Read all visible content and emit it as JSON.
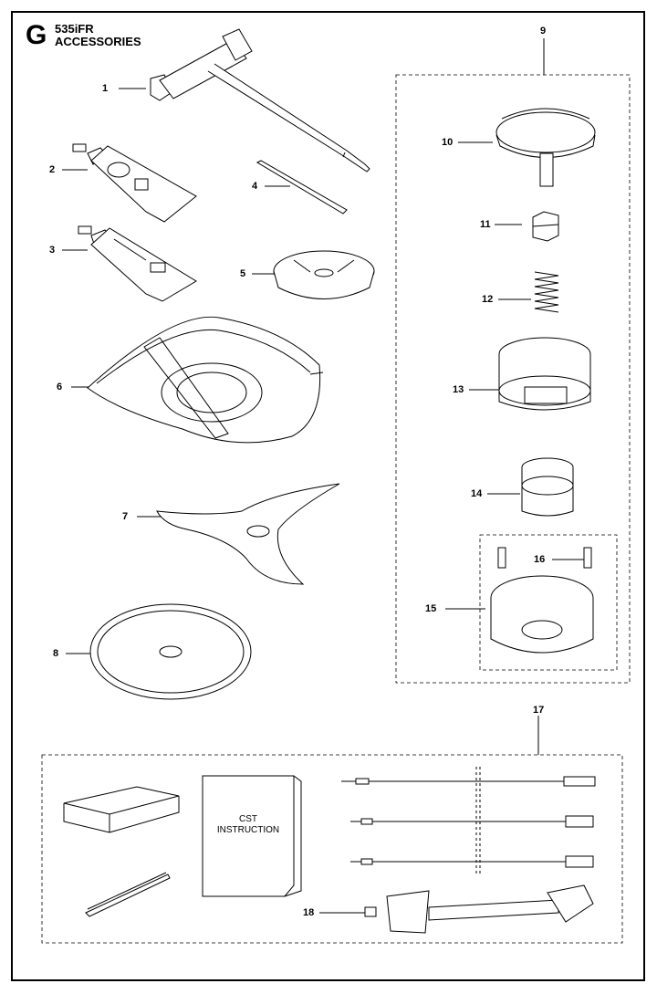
{
  "header": {
    "letter": "G",
    "model": "535iFR",
    "section": "ACCESSORIES"
  },
  "labels": {
    "p1": "1",
    "p2": "2",
    "p3": "3",
    "p4": "4",
    "p5": "5",
    "p6": "6",
    "p7": "7",
    "p8": "8",
    "p9": "9",
    "p10": "10",
    "p11": "11",
    "p12": "12",
    "p13": "13",
    "p14": "14",
    "p15": "15",
    "p16": "16",
    "p17": "17",
    "p18": "18"
  },
  "manual": {
    "line1": "CST",
    "line2": "INSTRUCTION"
  }
}
